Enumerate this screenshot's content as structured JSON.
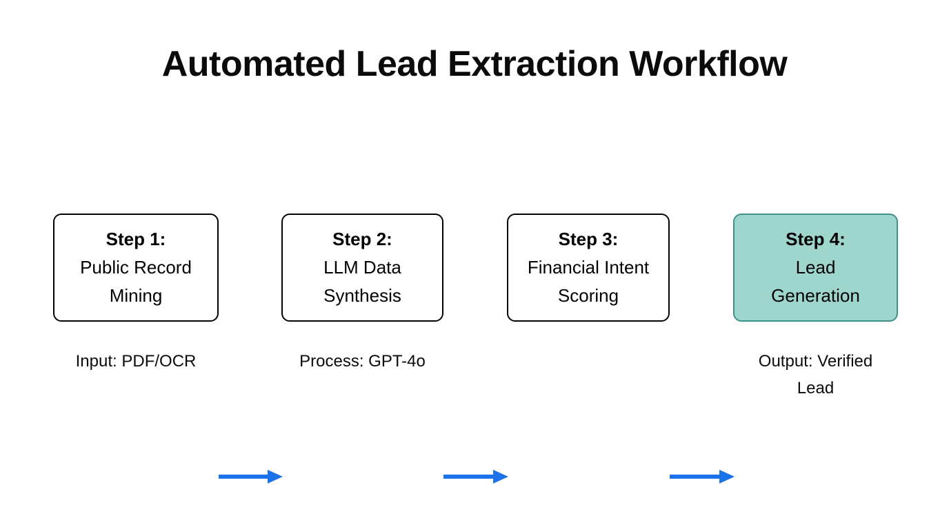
{
  "title": "Automated Lead Extraction Workflow",
  "colors": {
    "background": "#ffffff",
    "text": "#0b0b0b",
    "node_border": "#000000",
    "node_fill": "#ffffff",
    "highlight_fill": "#9ed5cd",
    "highlight_border": "#3d9189",
    "arrow": "#1a73e8"
  },
  "flow": {
    "nodes": [
      {
        "heading": "Step 1:",
        "body_lines": [
          "Public Record",
          "Mining"
        ],
        "highlighted": false,
        "caption_lines": [
          "Input: PDF/OCR"
        ]
      },
      {
        "heading": "Step 2:",
        "body_lines": [
          "LLM Data",
          "Synthesis"
        ],
        "highlighted": false,
        "caption_lines": [
          "Process: GPT-4o"
        ]
      },
      {
        "heading": "Step 3:",
        "body_lines": [
          "Financial Intent",
          "Scoring"
        ],
        "highlighted": false,
        "caption_lines": []
      },
      {
        "heading": "Step 4:",
        "body_lines": [
          "Lead",
          "Generation"
        ],
        "highlighted": true,
        "caption_lines": [
          "Output: Verified",
          "Lead"
        ]
      }
    ],
    "connectors": [
      {
        "from": "Step 1:",
        "to": "Step 2:",
        "style": "arrow-right"
      },
      {
        "from": "Step 2:",
        "to": "Step 3:",
        "style": "arrow-right"
      },
      {
        "from": "Step 3:",
        "to": "Step 4:",
        "style": "arrow-right"
      }
    ]
  }
}
